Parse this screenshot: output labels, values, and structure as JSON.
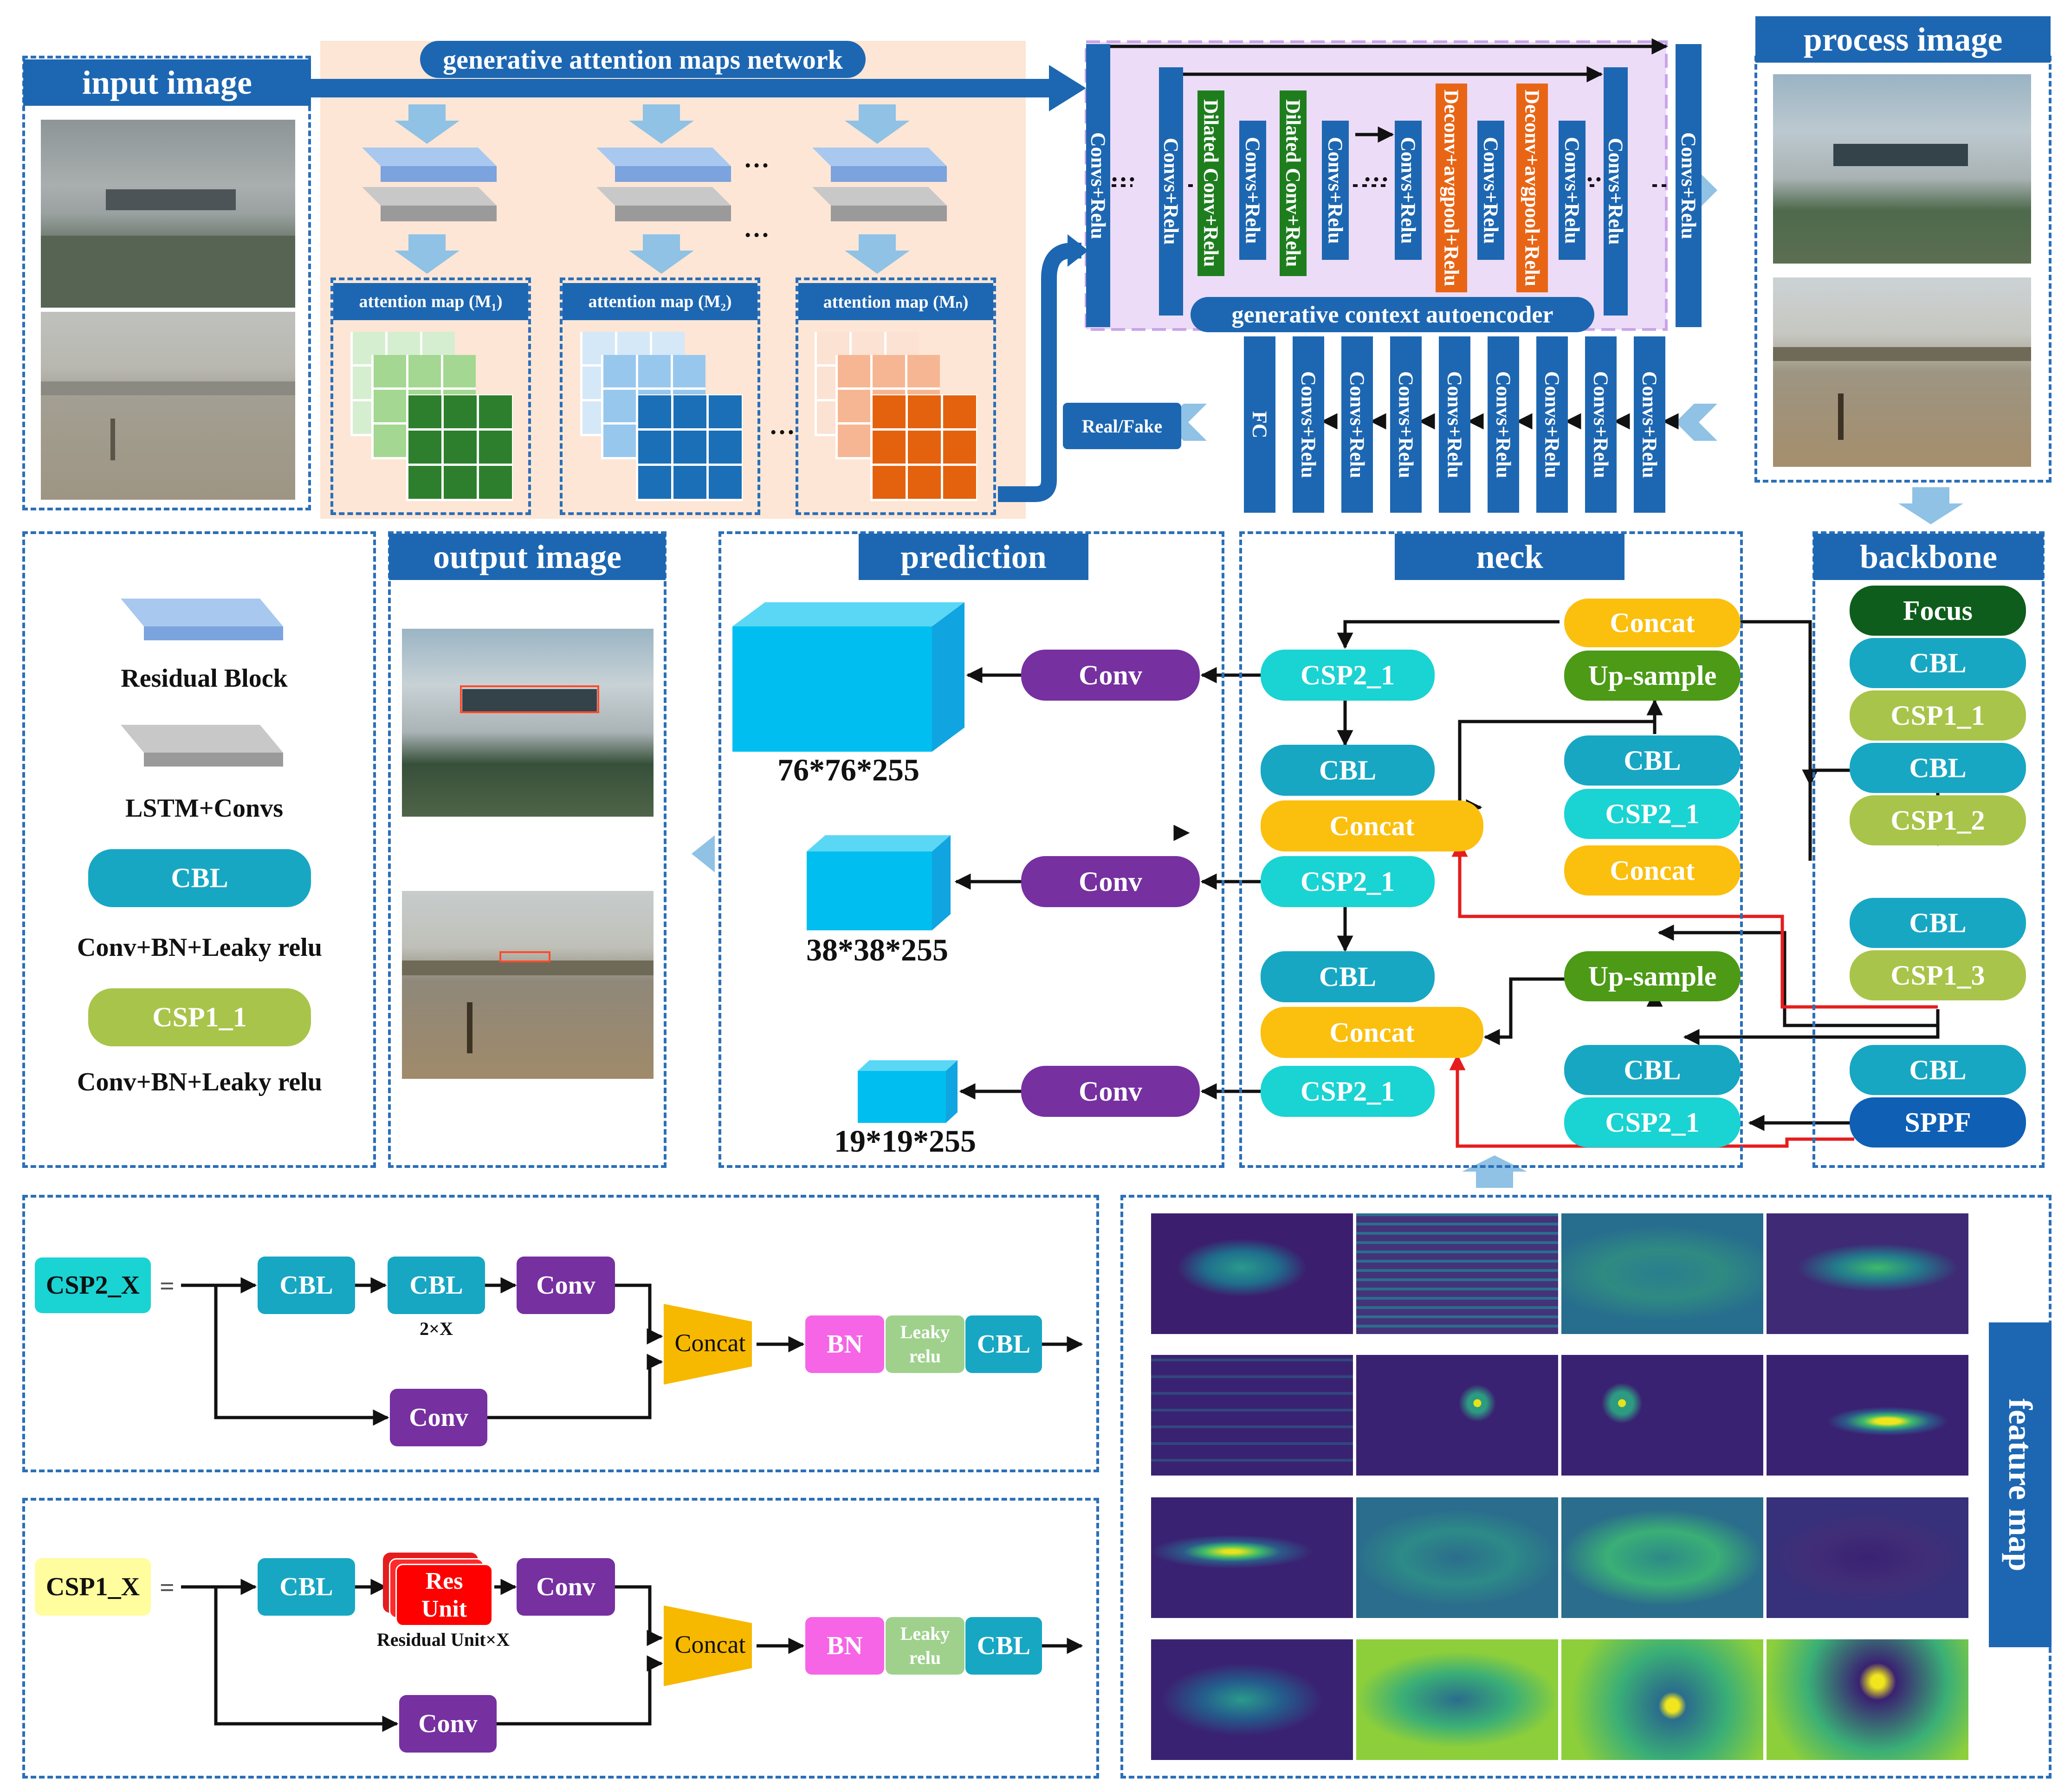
{
  "sections": {
    "input_image": "input image",
    "gan_network": "generative attention maps network",
    "autoencoder": "generative context autoencoder",
    "process_image": "process image",
    "output_image": "output image",
    "prediction": "prediction",
    "neck": "neck",
    "backbone": "backbone",
    "feature_map": "feature map"
  },
  "attention_maps": [
    "attention map (M₁)",
    "attention map (M₂)",
    "attention map (Mₙ)"
  ],
  "ellipsis": "…",
  "encoder_blocks": [
    "Convs+Relu",
    "Convs+Relu",
    "Dilated Conv+Relu",
    "Convs+Relu",
    "Dilated Conv+Relu",
    "Convs+Relu",
    "Convs+Relu",
    "Deconv+avgpool+Relu",
    "Convs+Relu",
    "Deconv+avgpool+Relu",
    "Convs+Relu",
    "Convs+Relu",
    "Convs+Relu"
  ],
  "discriminator_blocks": [
    "FC",
    "Convs+Relu",
    "Convs+Relu",
    "Convs+Relu",
    "Convs+Relu",
    "Convs+Relu",
    "Convs+Relu",
    "Convs+Relu",
    "Convs+Relu"
  ],
  "real_fake": "Real/Fake",
  "legend": {
    "residual_block": "Residual Block",
    "lstm": "LSTM+Convs",
    "cbl": "CBL",
    "cbl_desc": "Conv+BN+Leaky relu",
    "csp1": "CSP1_1",
    "csp1_desc": "Conv+BN+Leaky relu"
  },
  "prediction": {
    "conv": "Conv",
    "sizes": [
      "76*76*255",
      "38*38*255",
      "19*19*255"
    ]
  },
  "neck": {
    "concat": "Concat",
    "upsample": "Up-sample",
    "csp2_1": "CSP2_1",
    "cbl": "CBL"
  },
  "backbone": [
    "Focus",
    "CBL",
    "CSP1_1",
    "CBL",
    "CSP1_2",
    "CBL",
    "CSP1_3",
    "CBL",
    "SPPF"
  ],
  "csp2x": {
    "name": "CSP2_X",
    "eq": "=",
    "cbl": "CBL",
    "conv": "Conv",
    "times": "2×X",
    "concat": "Concat",
    "bn": "BN",
    "leaky_1": "Leaky",
    "leaky_2": "relu"
  },
  "csp1x": {
    "name": "CSP1_X",
    "eq": "=",
    "cbl": "CBL",
    "res_1": "Res",
    "res_2": "Unit",
    "conv": "Conv",
    "times": "Residual Unit×X",
    "concat": "Concat",
    "bn": "BN",
    "leaky_1": "Leaky",
    "leaky_2": "relu"
  },
  "colors": {
    "blue": "#1d67b2",
    "cbl": "#17a7c3",
    "csp1": "#a9c44a",
    "csp2": "#1ad3d3",
    "concat": "#fbbf0e",
    "upsample": "#4c9a16",
    "focus": "#0e5d1c",
    "conv": "#7630a0",
    "sppf": "#0f5fb5"
  }
}
